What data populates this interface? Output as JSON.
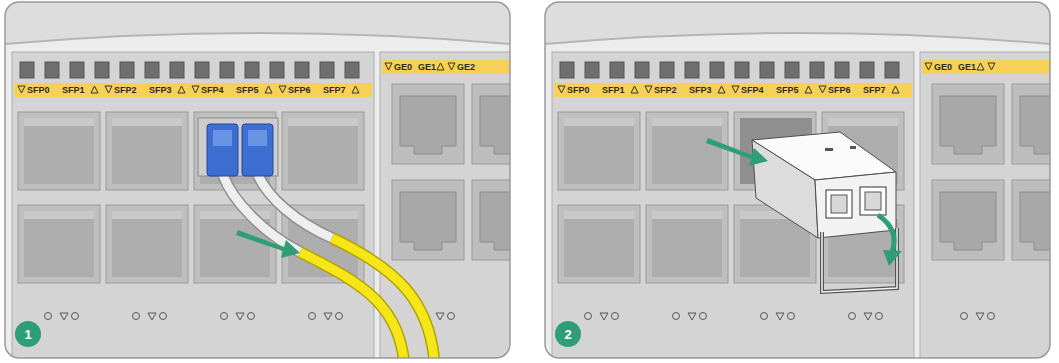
{
  "diagram": {
    "labels": [
      "SFP0",
      "SFP1",
      "SFP2",
      "SFP3",
      "SFP4",
      "SFP5",
      "SFP6",
      "SFP7",
      "GE0",
      "GE1",
      "GE2",
      "1",
      "SFP0",
      "SFP1",
      "SFP2",
      "SFP3",
      "SFP4",
      "SFP5",
      "SFP6",
      "SFP7",
      "GE0",
      "GE1",
      "2"
    ]
  }
}
